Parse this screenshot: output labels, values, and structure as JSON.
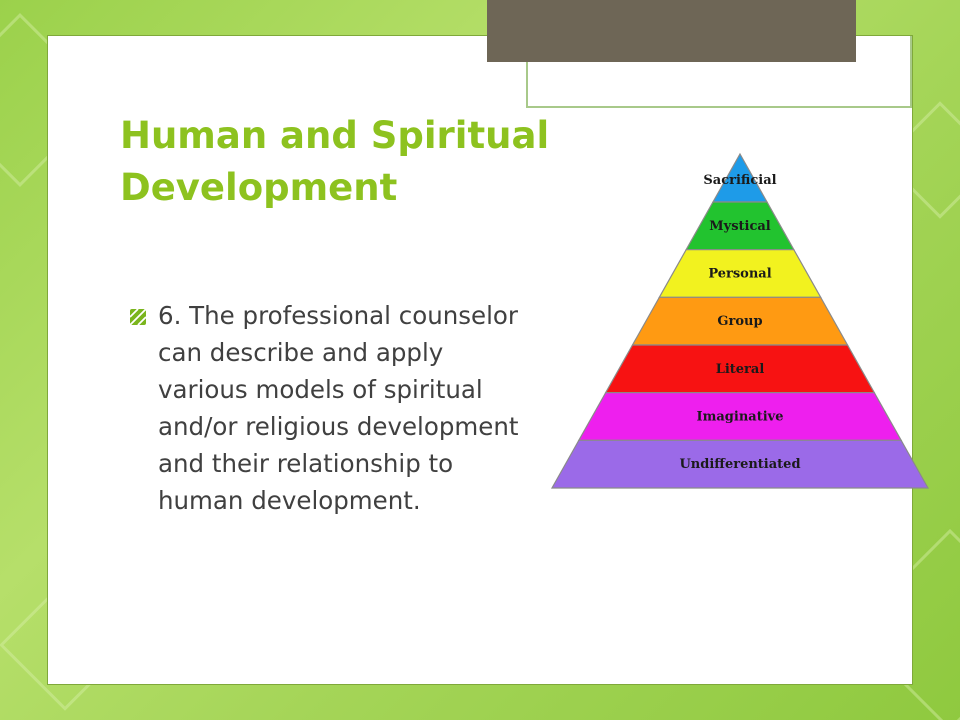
{
  "slide": {
    "title": "Human and Spiritual Development",
    "bullet": {
      "icon": "square-bullet-icon",
      "text": "6. The professional counselor can describe and apply various models of spiritual and/or religious development and their relationship to human development."
    }
  },
  "pyramid": {
    "levels": [
      {
        "label": "Sacrificial",
        "color": "#1e9be8"
      },
      {
        "label": "Mystical",
        "color": "#22c32f"
      },
      {
        "label": "Personal",
        "color": "#f2f21f"
      },
      {
        "label": "Group",
        "color": "#ff9a12"
      },
      {
        "label": "Literal",
        "color": "#f71212"
      },
      {
        "label": "Imaginative",
        "color": "#ee1fee"
      },
      {
        "label": "Undifferentiated",
        "color": "#9b6ae8"
      }
    ]
  },
  "colors": {
    "title": "#8dc21f",
    "accent": "#7ab51d",
    "body_text": "#404040",
    "top_tab": "#6e6656",
    "background": "#9bd14b"
  }
}
